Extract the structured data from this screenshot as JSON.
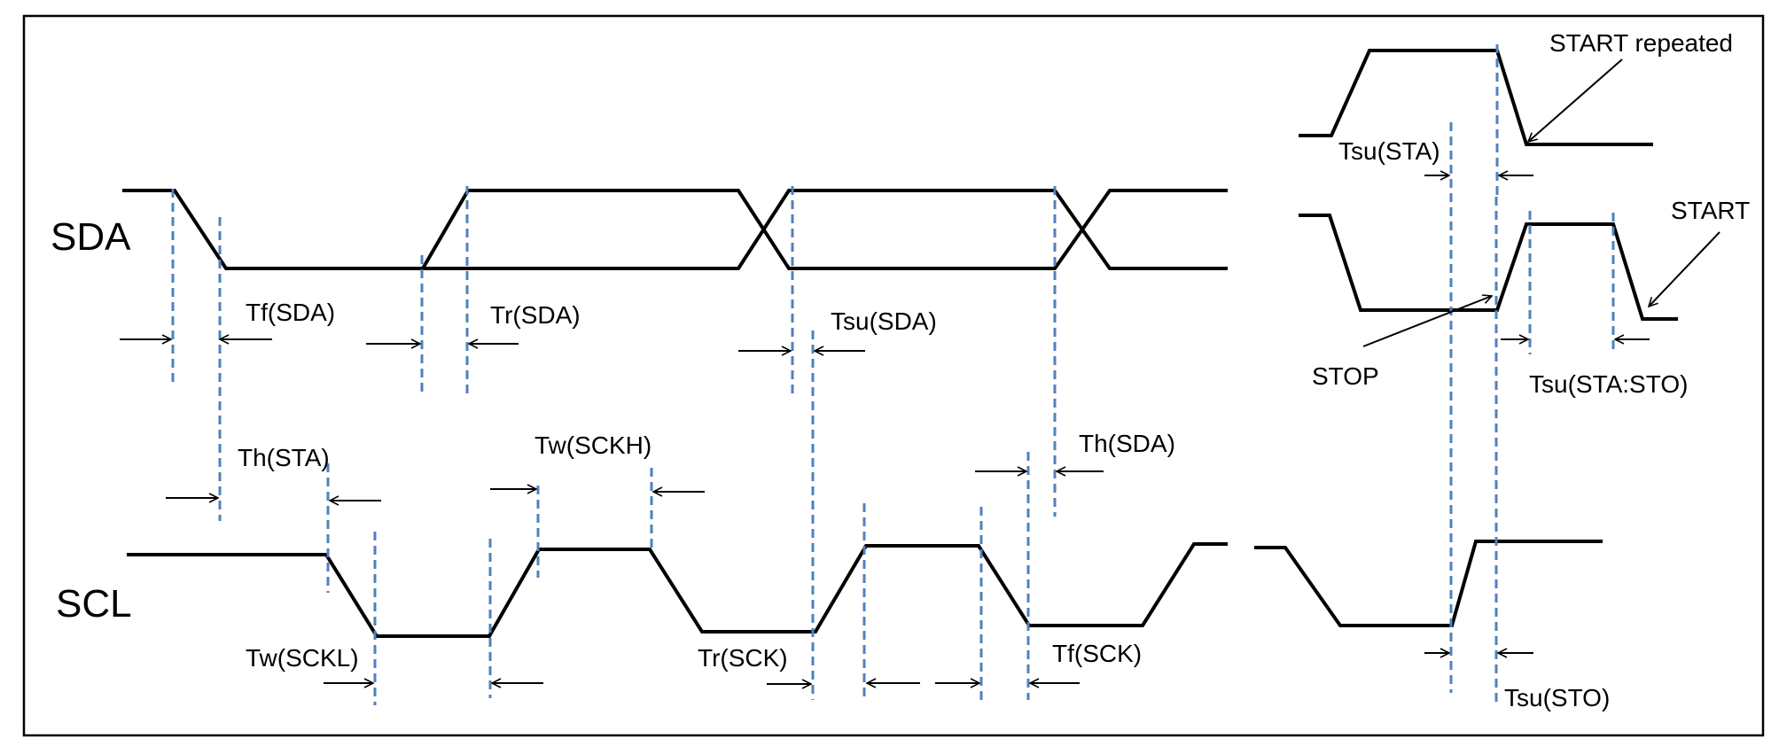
{
  "signals": {
    "sda": "SDA",
    "scl": "SCL"
  },
  "labels": {
    "tf_sda": "Tf(SDA)",
    "tr_sda": "Tr(SDA)",
    "tsu_sda": "Tsu(SDA)",
    "th_sta": "Th(STA)",
    "tw_sckh": "Tw(SCKH)",
    "th_sda": "Th(SDA)",
    "tw_sckl": "Tw(SCKL)",
    "tr_sck": "Tr(SCK)",
    "tf_sck": "Tf(SCK)",
    "tsu_sta": "Tsu(STA)",
    "start_repeated": "START repeated",
    "start": "START",
    "stop": "STOP",
    "tsu_sta_sto": "Tsu(STA:STO)",
    "tsu_sto": "Tsu(STO)"
  },
  "colors": {
    "waveform": "#000000",
    "marker": "#4F81BD",
    "frame": "#000000",
    "background": "#FFFFFF"
  }
}
